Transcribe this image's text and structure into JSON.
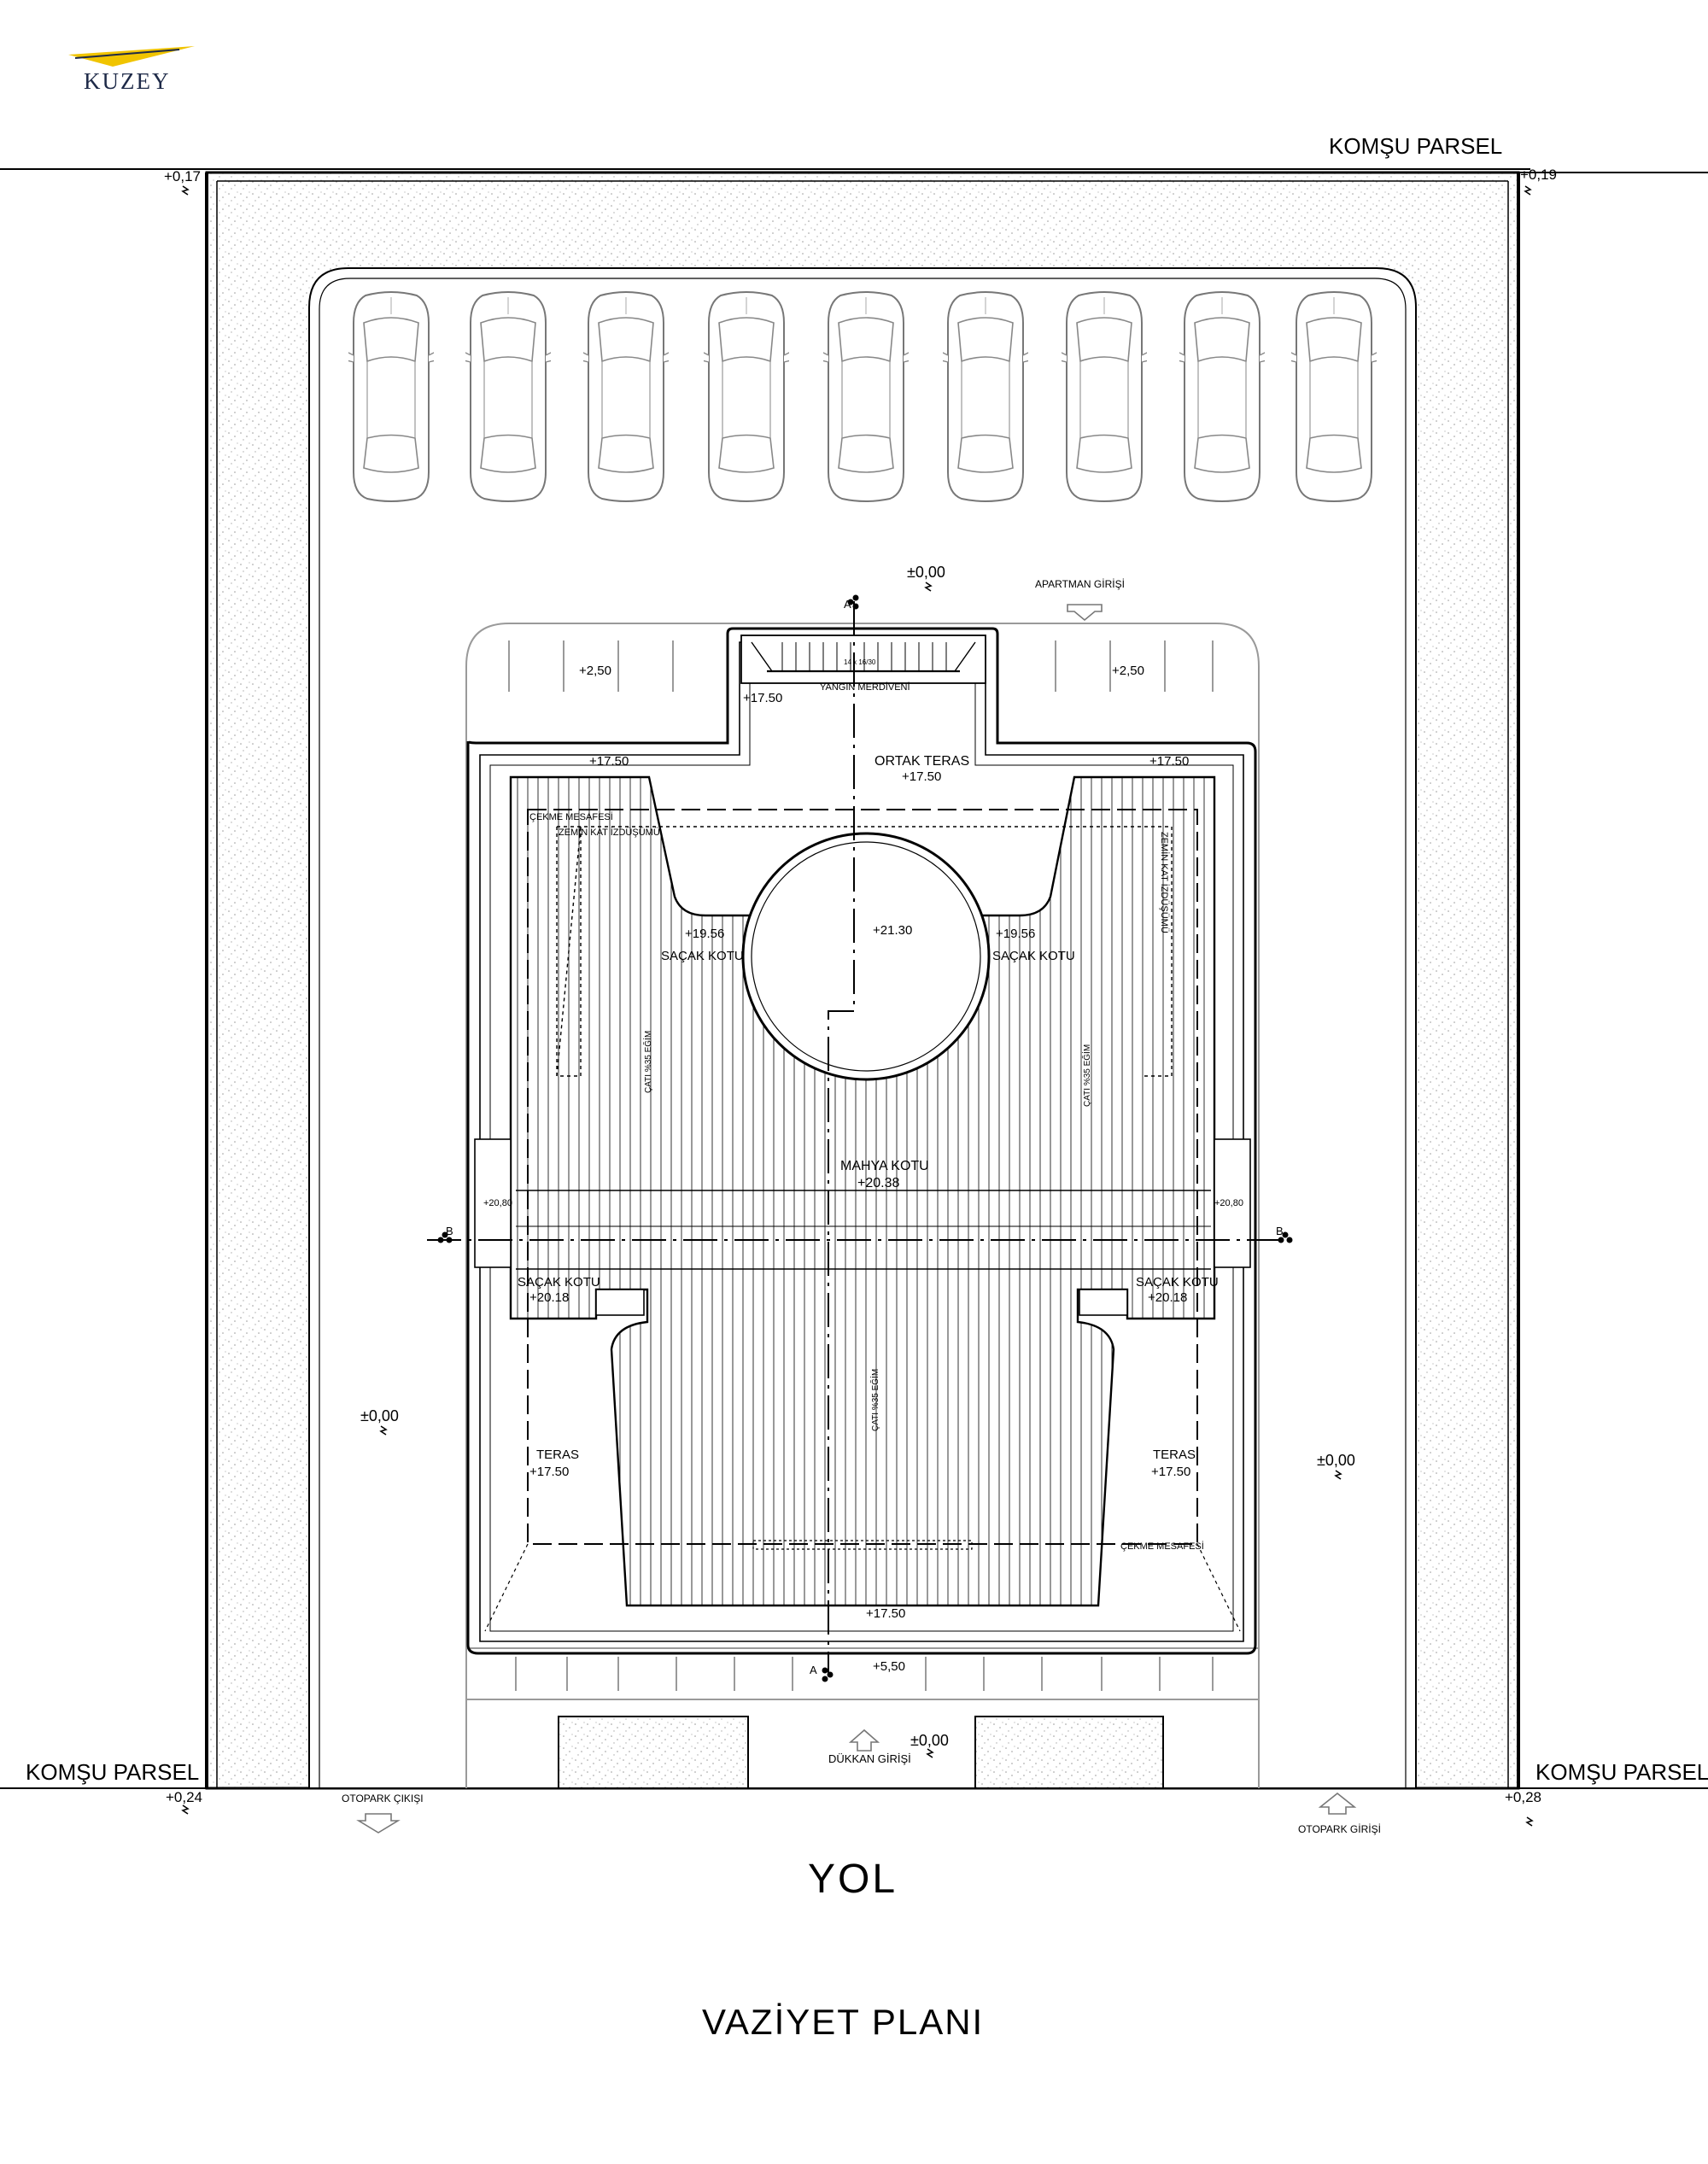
{
  "brand": {
    "name": "KUZEY",
    "accent_color": "#f0c400",
    "text_color": "#1e2a48"
  },
  "plan": {
    "title": "VAZİYET  PLANI",
    "road": "YOL",
    "parcels": {
      "north": "KOMŞU PARSEL",
      "west": "KOMŞU PARSEL",
      "east": "KOMŞU PARSEL"
    },
    "corners": {
      "nw": "+0,17",
      "ne": "+0,19",
      "sw": "+0,24",
      "se": "+0,28"
    },
    "entrances": {
      "apartment": "APARTMAN GİRİŞİ",
      "shop": "DÜKKAN GİRİŞİ",
      "parking_exit": "OTOPARK ÇIKIŞI",
      "parking_entry": "OTOPARK GİRİŞİ"
    },
    "levels": {
      "yard_north": "±0,00",
      "yard_west": "±0,00",
      "yard_east": "±0,00",
      "yard_south": "±0,00",
      "ramp_left": "+2,50",
      "ramp_right": "+2,50",
      "stair_top": "+17.50",
      "terrace_nw": "+17.50",
      "terrace_ne": "+17.50",
      "terrace_s": "+17.50",
      "south_strip": "+5,50",
      "dome": "+21.30",
      "side_left": "+20,80",
      "side_right": "+20,80"
    },
    "labels": {
      "fire_stair": "YANGIN MERDİVENİ",
      "stair_note": "14 x 16/30",
      "common_terrace": "ORTAK TERAS",
      "common_terrace_level": "+17.50",
      "setback": "ÇEKME MESAFESİ",
      "setback_2": "ÇEKME MESAFESİ",
      "ground_projection": "ZEMİN KAT İZDÜŞÜMÜ",
      "ground_projection_2": "ZEMİN KAT İZDÜŞÜMÜ",
      "eave_l1_level": "+19.56",
      "eave_l1": "SAÇAK KOTU",
      "eave_r1_level": "+19.56",
      "eave_r1": "SAÇAK KOTU",
      "eave_l2": "SAÇAK KOTU",
      "eave_l2_level": "+20.18",
      "eave_r2": "SAÇAK KOTU",
      "eave_r2_level": "+20.18",
      "ridge": "MAHYA KOTU",
      "ridge_level": "+20.38",
      "roof_slope_1": "ÇATI %35 EĞİM",
      "roof_slope_2": "ÇATI %35 EĞİM",
      "roof_slope_3": "ÇATI %35 EĞİM",
      "terrace_left": "TERAS",
      "terrace_left_level": "+17.50",
      "terrace_right": "TERAS",
      "terrace_right_level": "+17.50",
      "section_a": "A",
      "section_b": "B"
    },
    "parking_spaces": 9
  }
}
